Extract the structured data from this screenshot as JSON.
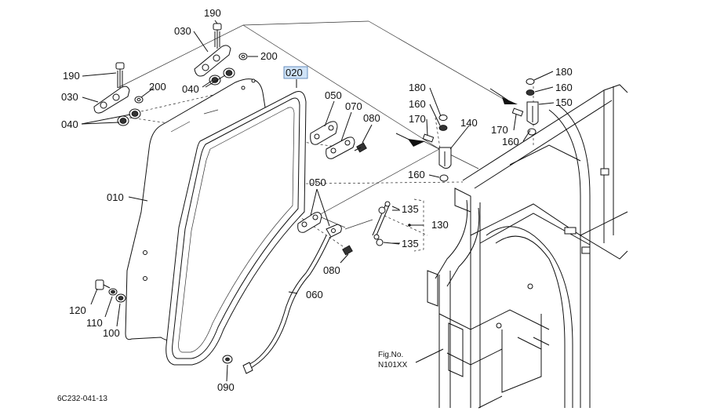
{
  "figure": {
    "ref_code": "6C232-041-13",
    "fig_ref": {
      "line1": "Fig.No.",
      "line2": "N101XX"
    }
  },
  "callouts": {
    "c190a": "190",
    "c030a": "030",
    "c200a": "200",
    "c040a": "040",
    "c190b": "190",
    "c030b": "030",
    "c200b": "200",
    "c040b": "040",
    "c020": "020",
    "c050a": "050",
    "c070": "070",
    "c080a": "080",
    "c010": "010",
    "c050b": "050",
    "c080b": "080",
    "c060": "060",
    "c120": "120",
    "c110": "110",
    "c100": "100",
    "c090": "090",
    "c180a": "180",
    "c160a": "160",
    "c170a": "170",
    "c140": "140",
    "c160b": "160",
    "c180b": "180",
    "c160c": "160",
    "c150": "150",
    "c170b": "170",
    "c160d": "160",
    "c135a": "135",
    "c130": "130",
    "c135b": "135"
  },
  "highlighted_part": "020"
}
